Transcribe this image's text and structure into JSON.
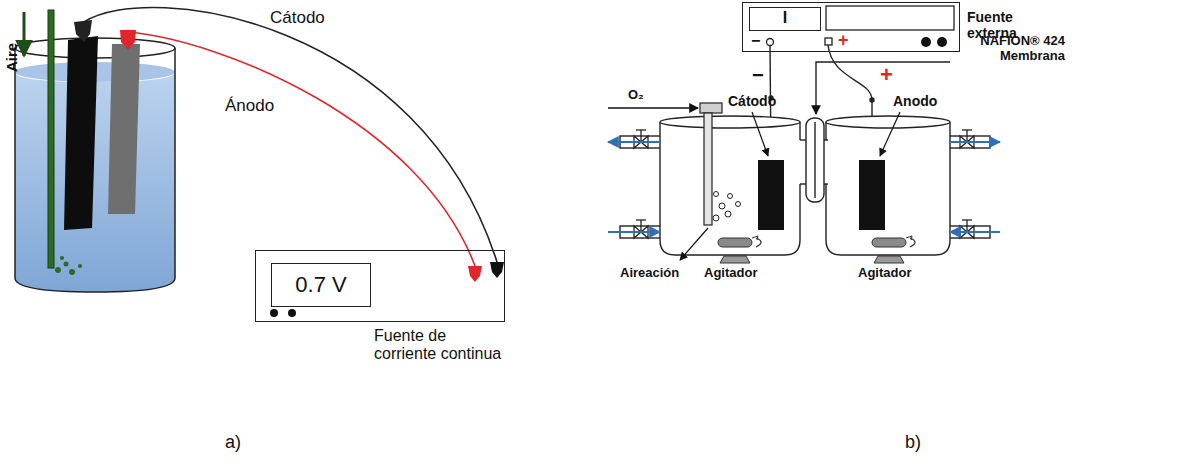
{
  "diagram": {
    "nodes": [
      {
        "text": [
          "Fuente de corriente continua"
        ]
      },
      {
        "text": [
          "0.7 V"
        ],
        "in": 0
      },
      {
        "text": [
          "Fuente externa",
          "−",
          "+"
        ]
      },
      {
        "text": [
          "I"
        ],
        "in": 2
      }
    ],
    "labels": [
      "Aire",
      "Cátodo",
      "Ánodo",
      "a)",
      "O₂",
      "Cátodo",
      "Anodo",
      "NAFION® 424 Membrana",
      "−",
      "+",
      "Aireación",
      "Agitador",
      "Agitador",
      "b)"
    ]
  }
}
